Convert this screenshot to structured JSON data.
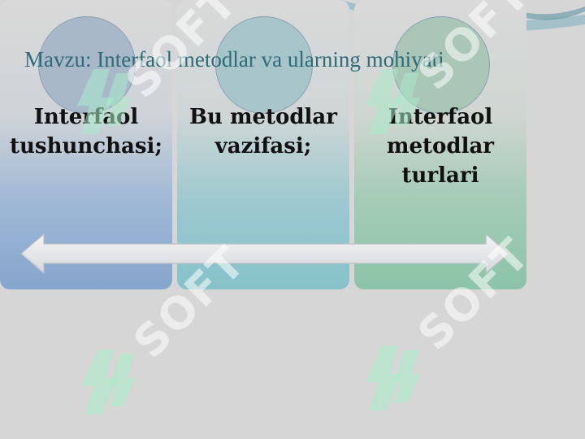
{
  "slide": {
    "title": "Mavzu: Interfaol metodlar va ularning mohiyati",
    "items": [
      {
        "label": "Interfaol tushunchasi;"
      },
      {
        "label": "Bu metodlar vazifasi;"
      },
      {
        "label": "Interfaol metodlar turlari"
      }
    ]
  },
  "watermark": {
    "text": "SOFT",
    "icon": "soft-logo-icon"
  },
  "colors": {
    "title": "#2d6b78",
    "watermark": "#ffffff"
  }
}
